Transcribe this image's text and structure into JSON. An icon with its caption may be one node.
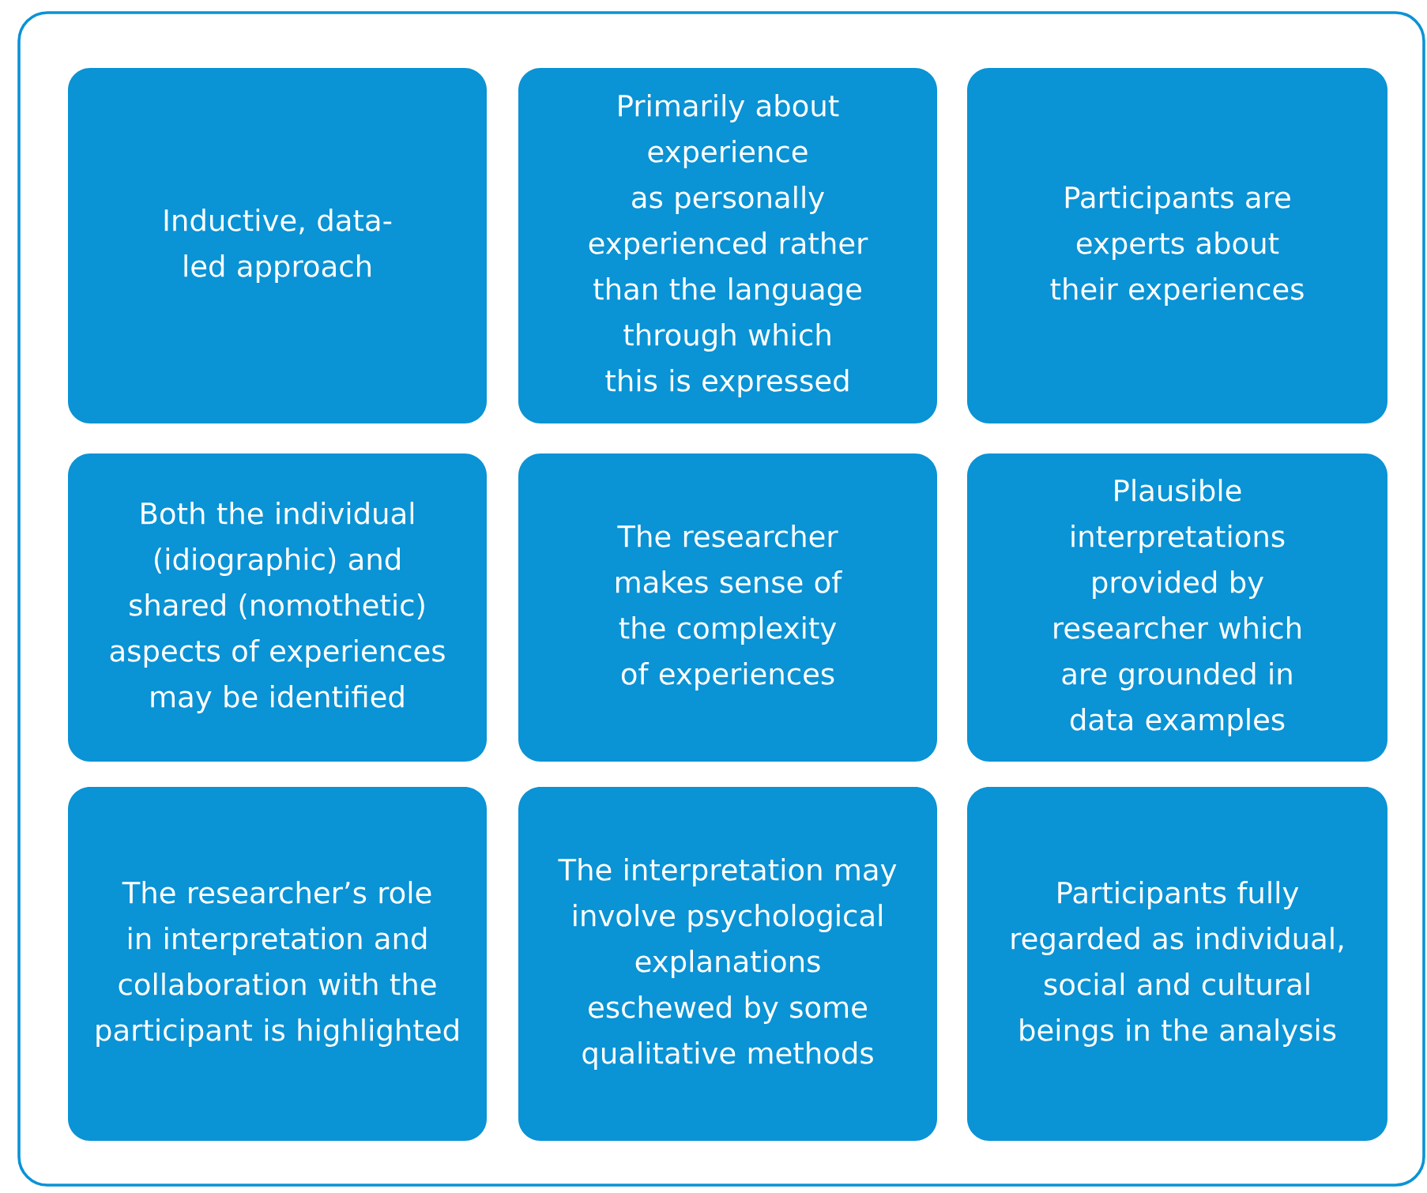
{
  "diagram": {
    "nodes": [
      {
        "text": [],
        "shape": "box"
      },
      {
        "text": [
          "Inductive, data-led approach"
        ],
        "in": 0
      },
      {
        "text": [
          "Primarily about experience as personally experienced rather than the language through which this is expressed"
        ],
        "in": 0
      },
      {
        "text": [
          "Participants are experts about their experiences"
        ],
        "in": 0
      },
      {
        "text": [
          "Both the individual (idiographic) and shared (nomothetic) aspects of experiences may be identified"
        ],
        "in": 0
      },
      {
        "text": [
          "The researcher makes sense of the complexity of experiences"
        ],
        "in": 0
      },
      {
        "text": [
          "Plausible interpretations provided by researcher which are grounded in data examples"
        ],
        "in": 0
      },
      {
        "text": [
          "The researcher’s role in interpretation and collaboration with the participant is highlighted"
        ],
        "in": 0
      },
      {
        "text": [
          "The interpretation may involve psychological explanations eschewed by some qualitative methods"
        ],
        "in": 0
      },
      {
        "text": [
          "Participants fully regarded as individual, social and cultural beings in the analysis"
        ],
        "in": 0
      }
    ]
  }
}
